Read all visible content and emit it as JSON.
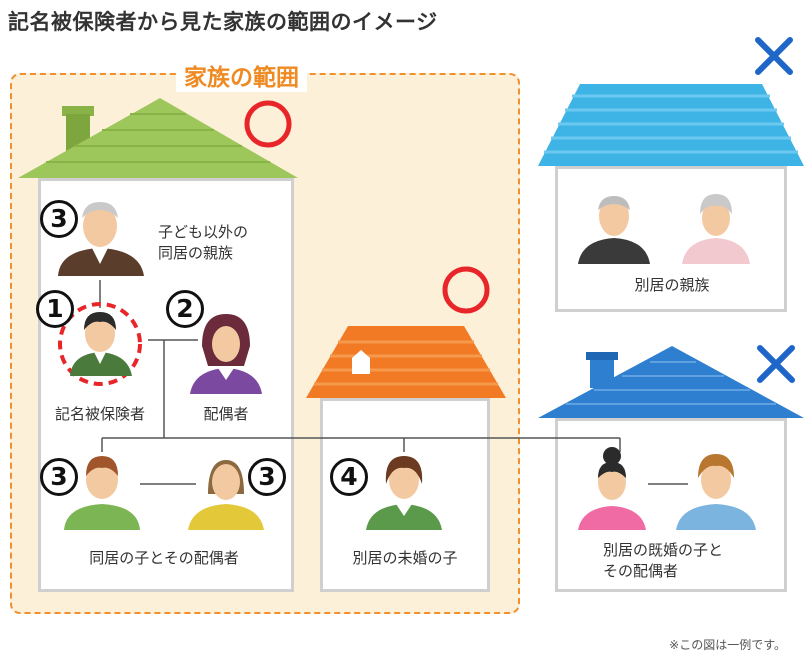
{
  "title": "記名被保険者から見た家族の範囲のイメージ",
  "family_scope_label": "家族の範囲",
  "note": "※この図は一例です。",
  "numbers": {
    "n1": "1",
    "n2": "2",
    "n3": "3",
    "n4": "4"
  },
  "labels": {
    "other_relatives_line1": "子ども以外の",
    "other_relatives_line2": "同居の親族",
    "insured": "記名被保険者",
    "spouse": "配偶者",
    "cohabiting_children": "同居の子とその配偶者",
    "separate_unmarried_child": "別居の未婚の子",
    "separate_relatives": "別居の親族",
    "separate_married_line1": "別居の既婚の子と",
    "separate_married_line2": "その配偶者"
  },
  "marks": {
    "house_main": "circle",
    "house_unmarried": "circle",
    "house_relatives": "cross",
    "house_married": "cross"
  },
  "colors": {
    "circle": "#e8262a",
    "cross": "#1f66c9",
    "frame": "#f0902f",
    "roof_green": "#9dc65b",
    "roof_orange": "#f37a24",
    "roof_light_blue": "#3eb3e5",
    "roof_blue": "#2f7fd0"
  }
}
